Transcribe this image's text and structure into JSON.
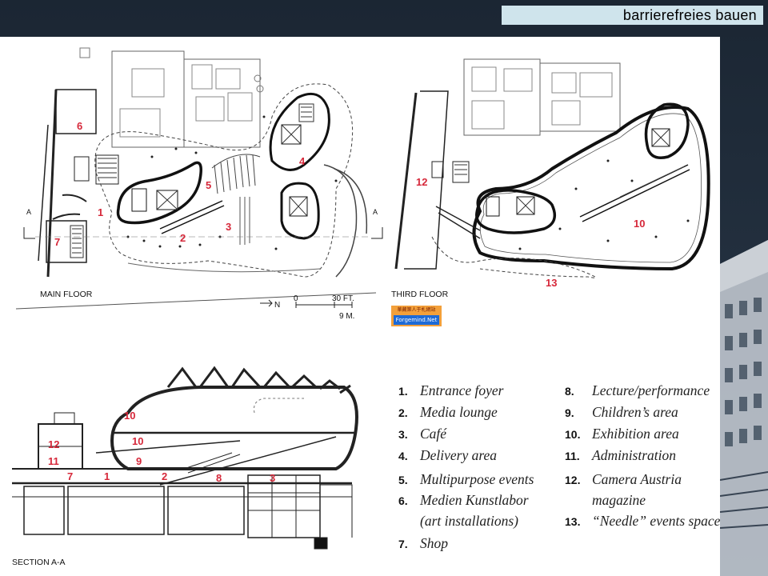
{
  "header": {
    "title": "barrierefreies bauen"
  },
  "plans": {
    "main_floor": {
      "title": "MAIN FLOOR",
      "section_marks": [
        "A",
        "A"
      ],
      "room_numbers": [
        "1",
        "2",
        "3",
        "4",
        "5",
        "6",
        "7"
      ],
      "scale": {
        "north": "N",
        "zero": "0",
        "ft": "30 FT.",
        "m": "9 M."
      }
    },
    "third_floor": {
      "title": "THIRD FLOOR",
      "room_numbers": [
        "10",
        "12",
        "13"
      ]
    },
    "watermark": {
      "line1": "華藏第人于札網站",
      "line2": "Forgemind.Net"
    },
    "section": {
      "title": "SECTION A-A",
      "room_numbers": [
        "10",
        "10",
        "12",
        "11",
        "9",
        "7",
        "1",
        "2",
        "8",
        "3"
      ]
    }
  },
  "legend": {
    "items": [
      {
        "num": "1.",
        "text": "Entrance foyer"
      },
      {
        "num": "2.",
        "text": "Media lounge"
      },
      {
        "num": "3.",
        "text": "Café"
      },
      {
        "num": "4.",
        "text": "Delivery area"
      },
      {
        "num": "5.",
        "text": "Multipurpose events"
      },
      {
        "num": "6.",
        "text": "Medien Kunstlabor"
      },
      {
        "num": "",
        "text": "(art installations)"
      },
      {
        "num": "7.",
        "text": "Shop"
      },
      {
        "num": "8.",
        "text": "Lecture/performance"
      },
      {
        "num": "9.",
        "text": "Children’s area"
      },
      {
        "num": "10.",
        "text": "Exhibition area"
      },
      {
        "num": "11.",
        "text": "Administration"
      },
      {
        "num": "12.",
        "text": "Camera Austria"
      },
      {
        "num": "",
        "text": "magazine"
      },
      {
        "num": "13.",
        "text": "“Needle” events space"
      }
    ]
  },
  "colors": {
    "accent_red": "#d6283a",
    "header_bg": "#cfe4ec",
    "background": "#1f2b38"
  }
}
